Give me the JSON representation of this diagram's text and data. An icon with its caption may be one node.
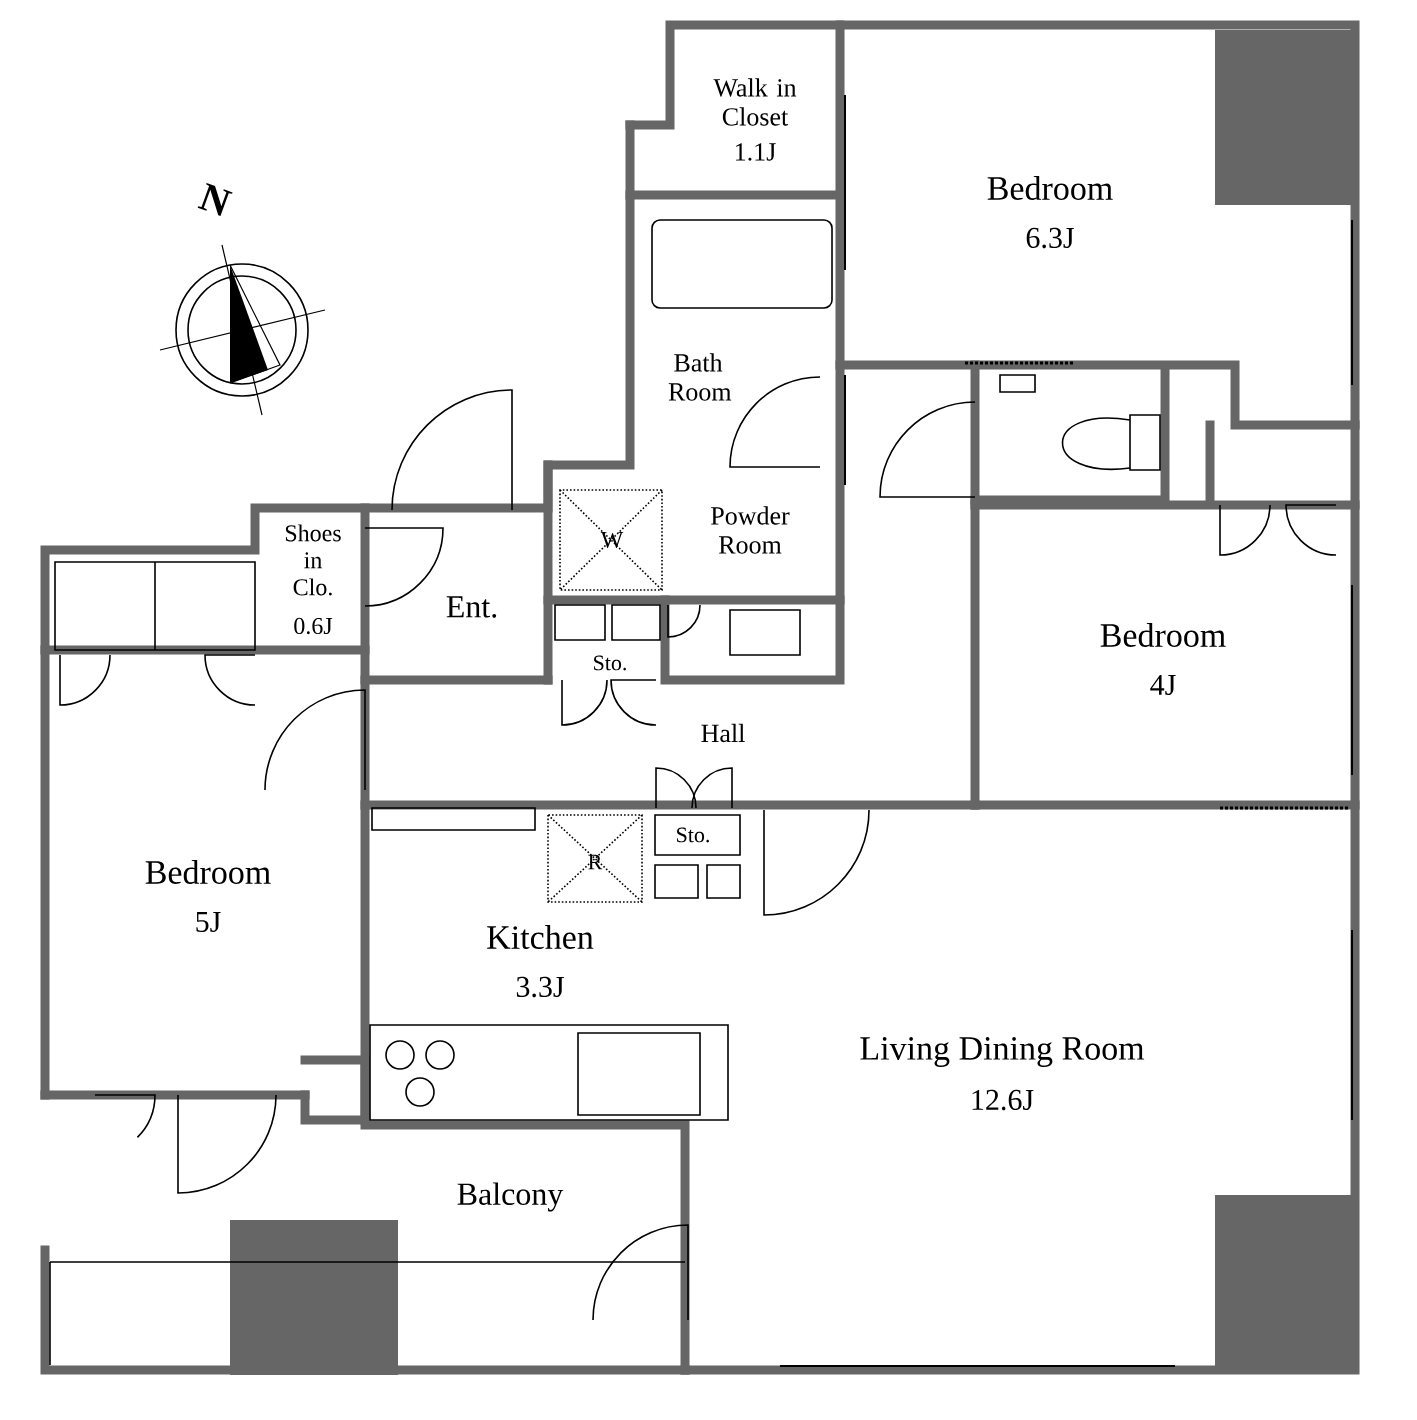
{
  "diagram": {
    "labels": [
      "N",
      "Walk in Closet",
      "1.1J",
      "Bedroom",
      "6.3J",
      "Bath Room",
      "Powder Room",
      "W",
      "Shoes in Clo.",
      "0.6J",
      "Ent.",
      "Bedroom",
      "4J",
      "Sto.",
      "Hall",
      "Sto.",
      "R",
      "Bedroom",
      "5J",
      "Kitchen",
      "3.3J",
      "Living Dining Room",
      "12.6J",
      "Balcony"
    ]
  }
}
